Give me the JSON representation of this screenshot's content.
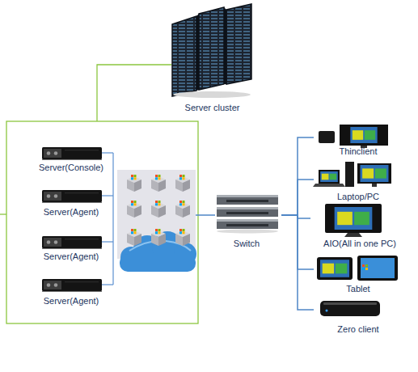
{
  "diagram": {
    "nodes": [
      {
        "text": [
          "Server cluster"
        ]
      },
      {
        "text": [
          "Server(Console)"
        ]
      },
      {
        "text": [
          "Server(Agent)"
        ]
      },
      {
        "text": [
          "Server(Agent)"
        ]
      },
      {
        "text": [
          "Server(Agent)"
        ]
      },
      {
        "text": [
          "Switch"
        ]
      },
      {
        "text": [
          "Thinclient"
        ]
      },
      {
        "text": [
          "Laptop/PC"
        ]
      },
      {
        "text": [
          "AIO(All in one PC)"
        ]
      },
      {
        "text": [
          "Tablet"
        ]
      },
      {
        "text": [
          "Zero client"
        ]
      }
    ],
    "edges": [
      {
        "from": 5,
        "to": 6,
        "arrow": "none"
      },
      {
        "from": 5,
        "to": 7,
        "arrow": "none"
      },
      {
        "from": 5,
        "to": 8,
        "arrow": "none"
      },
      {
        "from": 5,
        "to": 9,
        "arrow": "none"
      },
      {
        "from": 5,
        "to": 10,
        "arrow": "none"
      }
    ]
  }
}
